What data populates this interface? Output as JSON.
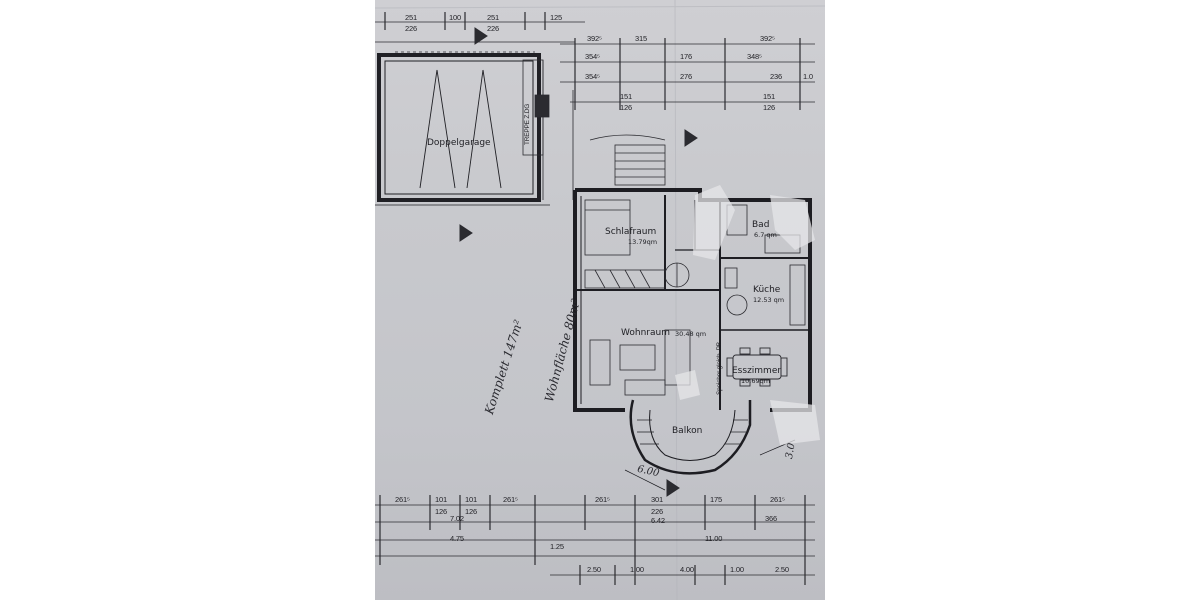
{
  "rooms": {
    "doppelgarage": "Doppelgarage",
    "schlafraum": "Schlafraum",
    "schlafraum_area": "13.79qm",
    "bad": "Bad",
    "bad_area": "6.7 qm",
    "kueche": "Küche",
    "kueche_area": "12.53 qm",
    "wohnraum": "Wohnraum",
    "wohnraum_area": "30.48 qm",
    "esszimmer": "Esszimmer",
    "esszimmer_area": "10.69qm",
    "balkon": "Balkon"
  },
  "annotations": {
    "treppe": "TREPPE Z.DG",
    "speicher": "Speicher gleich. PB",
    "komplett": "Komplett 147m²",
    "wohnflaeche": "Wohnfläche 80m²",
    "balkon_dim": "6.00",
    "right_dim": "3.0"
  },
  "dims_top": {
    "row1": [
      "251",
      "100",
      "251",
      "125"
    ],
    "row2": [
      "226",
      "226"
    ],
    "row3": [
      "315",
      "392⁵",
      "392⁵"
    ],
    "row4": [
      "354⁵",
      "176",
      "348⁵"
    ],
    "row5": [
      "354⁵",
      "276",
      "236",
      "1.0"
    ],
    "row6": [
      "151",
      "126",
      "151",
      "126"
    ]
  },
  "dims_bottom": {
    "row1": [
      "261⁵",
      "101",
      "101",
      "261⁵",
      "261⁵",
      "301",
      "175",
      "261⁵"
    ],
    "row2": [
      "126",
      "126",
      "226"
    ],
    "row3": [
      "7.02",
      "6.42",
      "366"
    ],
    "row4": [
      "4.75",
      "1.25",
      "11.00"
    ],
    "row5": [
      "2.50",
      "1.00",
      "4.00",
      "1.00",
      "2.50"
    ]
  }
}
